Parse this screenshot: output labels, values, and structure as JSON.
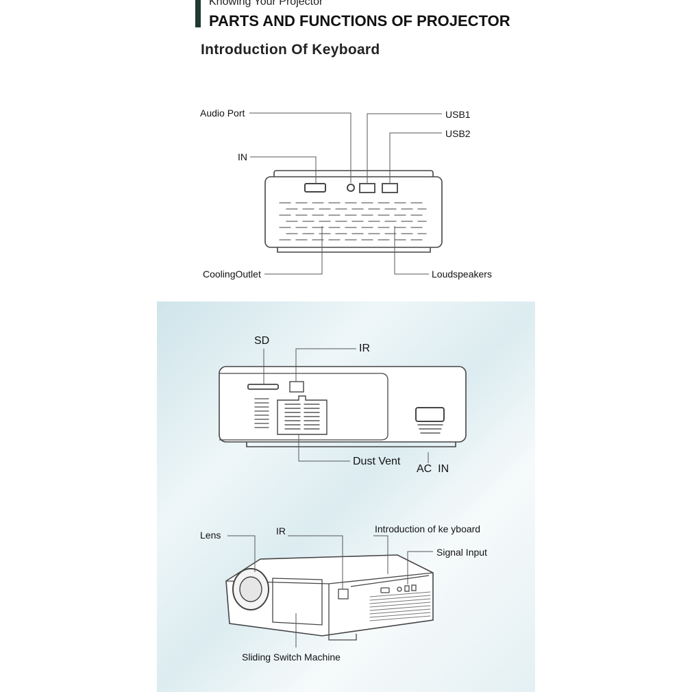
{
  "header": {
    "section_label": "Knowing Your Projector",
    "title": "PARTS AND FUNCTIONS OF PROJECTOR",
    "subtitle": "Introduction Of Keyboard"
  },
  "colors": {
    "accent": "#1f3a33",
    "line": "#444444",
    "background_panel": "#dcecf0"
  },
  "views": {
    "back": {
      "labels": {
        "audio_port": "Audio Port",
        "usb1": "USB1",
        "usb2": "USB2",
        "in": "IN",
        "cooling_outlet": "CoolingOutlet",
        "loudspeakers": "Loudspeakers"
      }
    },
    "bottom": {
      "labels": {
        "sd": "SD",
        "ir": "IR",
        "dust_vent": "Dust Vent",
        "ac_in": "AC  IN"
      }
    },
    "front": {
      "labels": {
        "lens": "Lens",
        "ir": "IR",
        "keyboard": "Introduction of ke yboard",
        "signal_input": "Signal Input",
        "sliding_switch": "Sliding Switch Machine"
      }
    }
  }
}
